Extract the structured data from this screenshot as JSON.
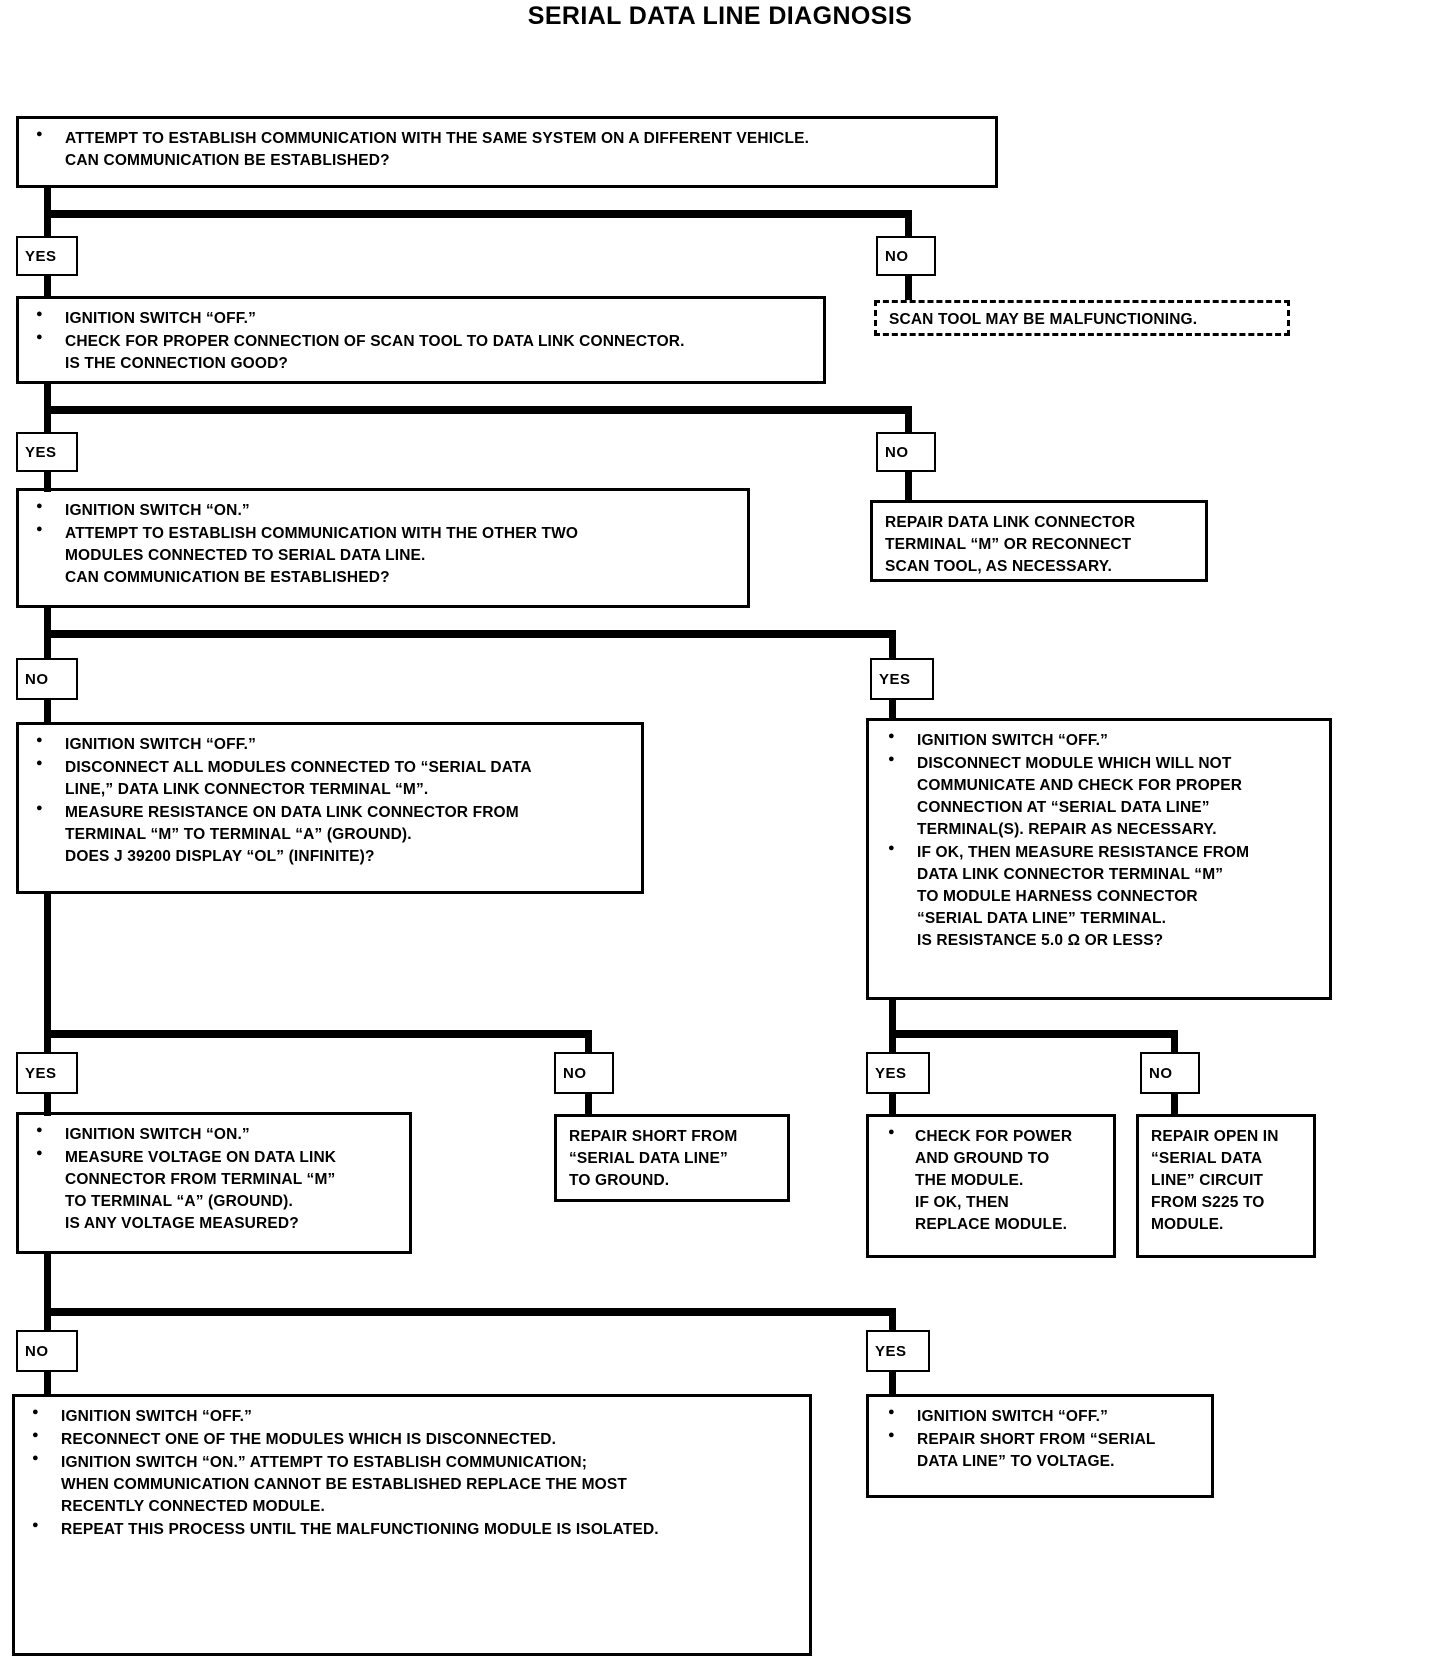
{
  "title": "SERIAL DATA LINE DIAGNOSIS",
  "labels": {
    "yes": "YES",
    "no": "NO"
  },
  "nodes": {
    "n1": {
      "lines": [
        "ATTEMPT TO ESTABLISH COMMUNICATION WITH THE SAME SYSTEM ON A DIFFERENT VEHICLE.",
        "CAN COMMUNICATION BE ESTABLISHED?"
      ]
    },
    "n1_no": {
      "lines": [
        "SCAN TOOL MAY BE MALFUNCTIONING."
      ]
    },
    "n2_a": {
      "lines": [
        "IGNITION SWITCH “OFF.”"
      ]
    },
    "n2_b": {
      "lines": [
        "CHECK FOR PROPER CONNECTION OF SCAN TOOL TO DATA LINK CONNECTOR.",
        "IS THE CONNECTION GOOD?"
      ]
    },
    "n2_no": {
      "lines": [
        "REPAIR DATA LINK CONNECTOR",
        "TERMINAL “M” OR RECONNECT",
        "SCAN TOOL, AS NECESSARY."
      ]
    },
    "n3_a": {
      "lines": [
        "IGNITION SWITCH “ON.”"
      ]
    },
    "n3_b": {
      "lines": [
        "ATTEMPT TO ESTABLISH COMMUNICATION WITH THE OTHER TWO",
        "MODULES CONNECTED TO SERIAL DATA LINE.",
        "CAN COMMUNICATION BE ESTABLISHED?"
      ]
    },
    "n4_a": {
      "lines": [
        "IGNITION SWITCH “OFF.”"
      ]
    },
    "n4_b": {
      "lines": [
        "DISCONNECT ALL MODULES CONNECTED TO “SERIAL DATA",
        "LINE,” DATA LINK CONNECTOR TERMINAL “M”."
      ]
    },
    "n4_c": {
      "lines": [
        "MEASURE RESISTANCE ON DATA LINK CONNECTOR FROM",
        "TERMINAL “M” TO TERMINAL “A” (GROUND).",
        "DOES J 39200 DISPLAY “OL” (INFINITE)?"
      ]
    },
    "n5_a": {
      "lines": [
        "IGNITION SWITCH “OFF.”"
      ]
    },
    "n5_b": {
      "lines": [
        "DISCONNECT MODULE WHICH WILL NOT",
        "COMMUNICATE AND CHECK FOR PROPER",
        "CONNECTION AT “SERIAL DATA LINE”",
        "TERMINAL(S).  REPAIR AS NECESSARY."
      ]
    },
    "n5_c": {
      "lines": [
        "IF OK, THEN MEASURE RESISTANCE FROM",
        "DATA LINK CONNECTOR TERMINAL “M”",
        "TO MODULE HARNESS CONNECTOR",
        "“SERIAL DATA LINE” TERMINAL.",
        "IS RESISTANCE 5.0 Ω OR LESS?"
      ]
    },
    "n6_a": {
      "lines": [
        "IGNITION SWITCH “ON.”"
      ]
    },
    "n6_b": {
      "lines": [
        "MEASURE VOLTAGE ON DATA LINK",
        "CONNECTOR FROM TERMINAL “M”",
        "TO TERMINAL “A” (GROUND).",
        "IS ANY VOLTAGE MEASURED?"
      ]
    },
    "n6_no": {
      "lines": [
        "REPAIR SHORT FROM",
        "“SERIAL DATA LINE”",
        "TO GROUND."
      ]
    },
    "n7_yes": {
      "lines": [
        "CHECK FOR POWER",
        "AND GROUND TO",
        "THE MODULE.",
        "IF OK, THEN",
        "REPLACE MODULE."
      ]
    },
    "n7_no": {
      "lines": [
        "REPAIR OPEN IN",
        "“SERIAL DATA",
        "LINE” CIRCUIT",
        "FROM S225 TO",
        "MODULE."
      ]
    },
    "n8_a": {
      "lines": [
        "IGNITION SWITCH “OFF.”"
      ]
    },
    "n8_b": {
      "lines": [
        "RECONNECT ONE OF THE MODULES WHICH IS DISCONNECTED."
      ]
    },
    "n8_c": {
      "lines": [
        "IGNITION SWITCH “ON.”  ATTEMPT TO ESTABLISH COMMUNICATION;",
        "WHEN COMMUNICATION CANNOT BE ESTABLISHED REPLACE THE MOST",
        "RECENTLY CONNECTED MODULE."
      ]
    },
    "n8_d": {
      "lines": [
        "REPEAT THIS PROCESS UNTIL THE MALFUNCTIONING MODULE IS ISOLATED."
      ]
    },
    "n9_a": {
      "lines": [
        "IGNITION SWITCH “OFF.”"
      ]
    },
    "n9_b": {
      "lines": [
        "REPAIR SHORT FROM “SERIAL",
        "DATA LINE” TO VOLTAGE."
      ]
    }
  },
  "colors": {
    "ink": "#000000",
    "paper": "#ffffff"
  }
}
